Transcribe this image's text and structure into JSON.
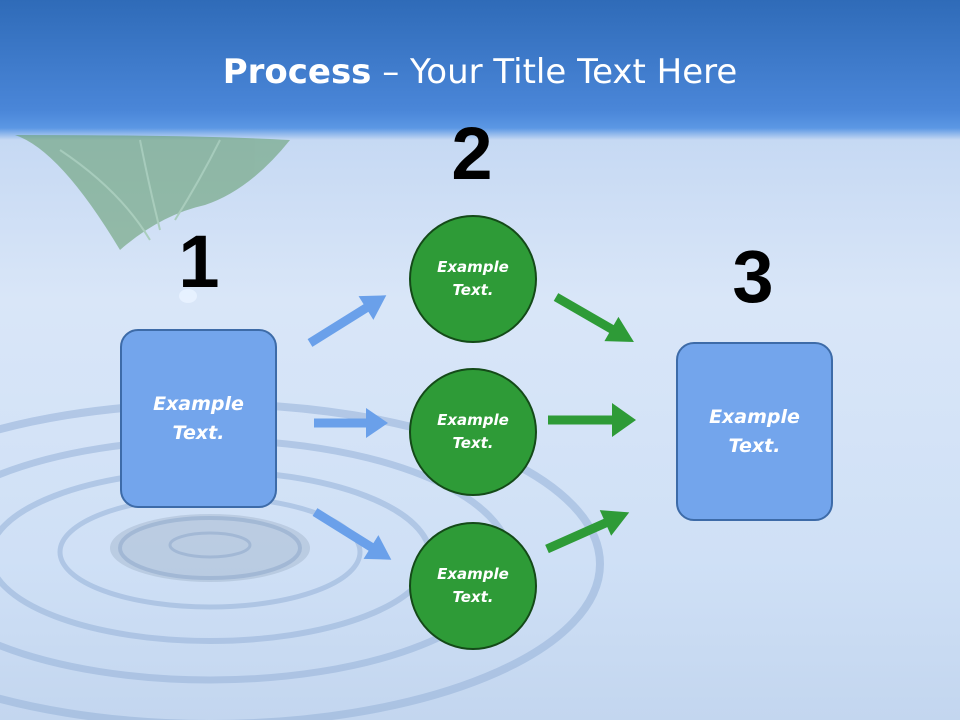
{
  "title": {
    "bold": "Process",
    "rest": " – Your Title Text Here"
  },
  "steps": [
    {
      "number": "1",
      "label": "Example\nText."
    },
    {
      "number": "2",
      "items": [
        {
          "label": "Example\nText."
        },
        {
          "label": "Example\nText."
        },
        {
          "label": "Example\nText."
        }
      ]
    },
    {
      "number": "3",
      "label": "Example\nText."
    }
  ],
  "colors": {
    "header_blue": "#2f6bb8",
    "box_fill": "#73a5ec",
    "circle_fill": "#2e9b37",
    "blue_arrow": "#6aa0ea",
    "green_arrow": "#2e9b37"
  }
}
